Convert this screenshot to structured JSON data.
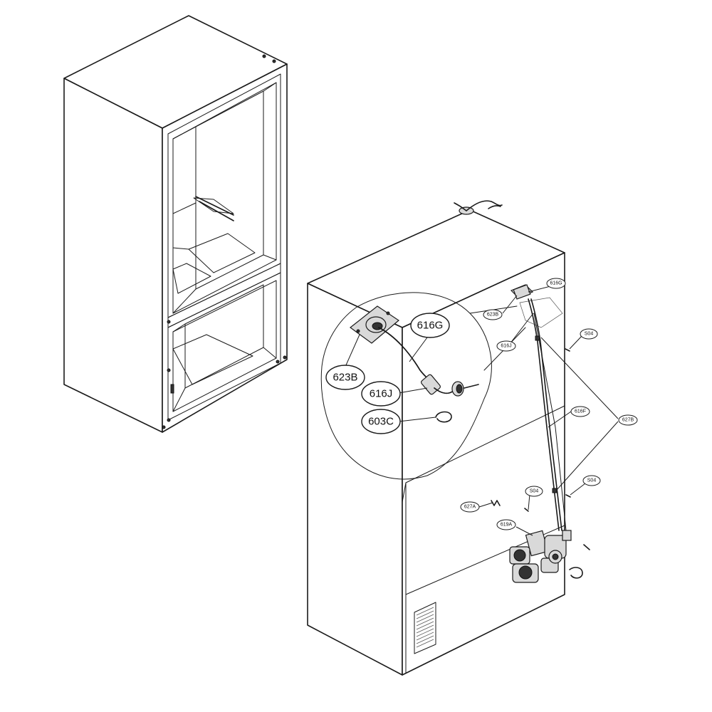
{
  "diagram": {
    "callouts_detail": [
      {
        "id": "c-616G",
        "label": "616G"
      },
      {
        "id": "c-623B",
        "label": "623B"
      },
      {
        "id": "c-616J",
        "label": "616J"
      },
      {
        "id": "c-603C",
        "label": "603C"
      }
    ],
    "callouts_main": [
      {
        "id": "m-616G",
        "label": "616G"
      },
      {
        "id": "m-623B",
        "label": "623B"
      },
      {
        "id": "m-616J",
        "label": "616J"
      },
      {
        "id": "m-S04a",
        "label": "S04"
      },
      {
        "id": "m-616F",
        "label": "616F"
      },
      {
        "id": "m-627B",
        "label": "627B"
      },
      {
        "id": "m-S04b",
        "label": "S04"
      },
      {
        "id": "m-S04c",
        "label": "S04"
      },
      {
        "id": "m-627A",
        "label": "627A"
      },
      {
        "id": "m-619A",
        "label": "619A"
      }
    ]
  }
}
